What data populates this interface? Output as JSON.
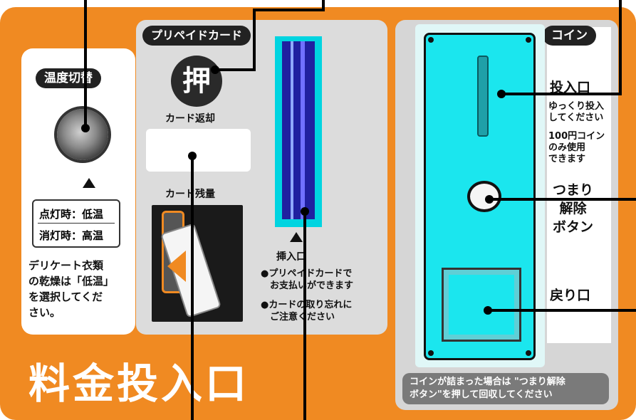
{
  "title": "料金投入口",
  "temperature": {
    "tab": "温度切替",
    "mode_lit": "点灯時：低温",
    "mode_unlit": "消灯時：高温",
    "note": "デリケート衣類\nの乾燥は「低温」\nを選択してくだ\nさい。"
  },
  "prepaid": {
    "tab": "プリペイドカード",
    "push_label": "押",
    "return_label": "カード返却",
    "remaining_label": "カード残量",
    "slot_label": "挿入口",
    "note1": "●プリペイドカードで\n　お支払いができます",
    "note2": "●カードの取り忘れに\n　ご注意ください"
  },
  "coin": {
    "tab": "コイン",
    "insert_label": "投入口",
    "insert_note1": "ゆっくり投入\nしてください",
    "insert_note2": "100円コイン\nのみ使用\nできます",
    "jam_label": "つまり\n解除\nボタン",
    "return_label": "戻り口",
    "bottom_note": "コインが詰まった場合は \"つまり解除\nボタン\"を押して回収してください"
  },
  "colors": {
    "panel": "#f08a22",
    "coin_body": "#1be6ee",
    "card_slot": "#2020a0"
  }
}
